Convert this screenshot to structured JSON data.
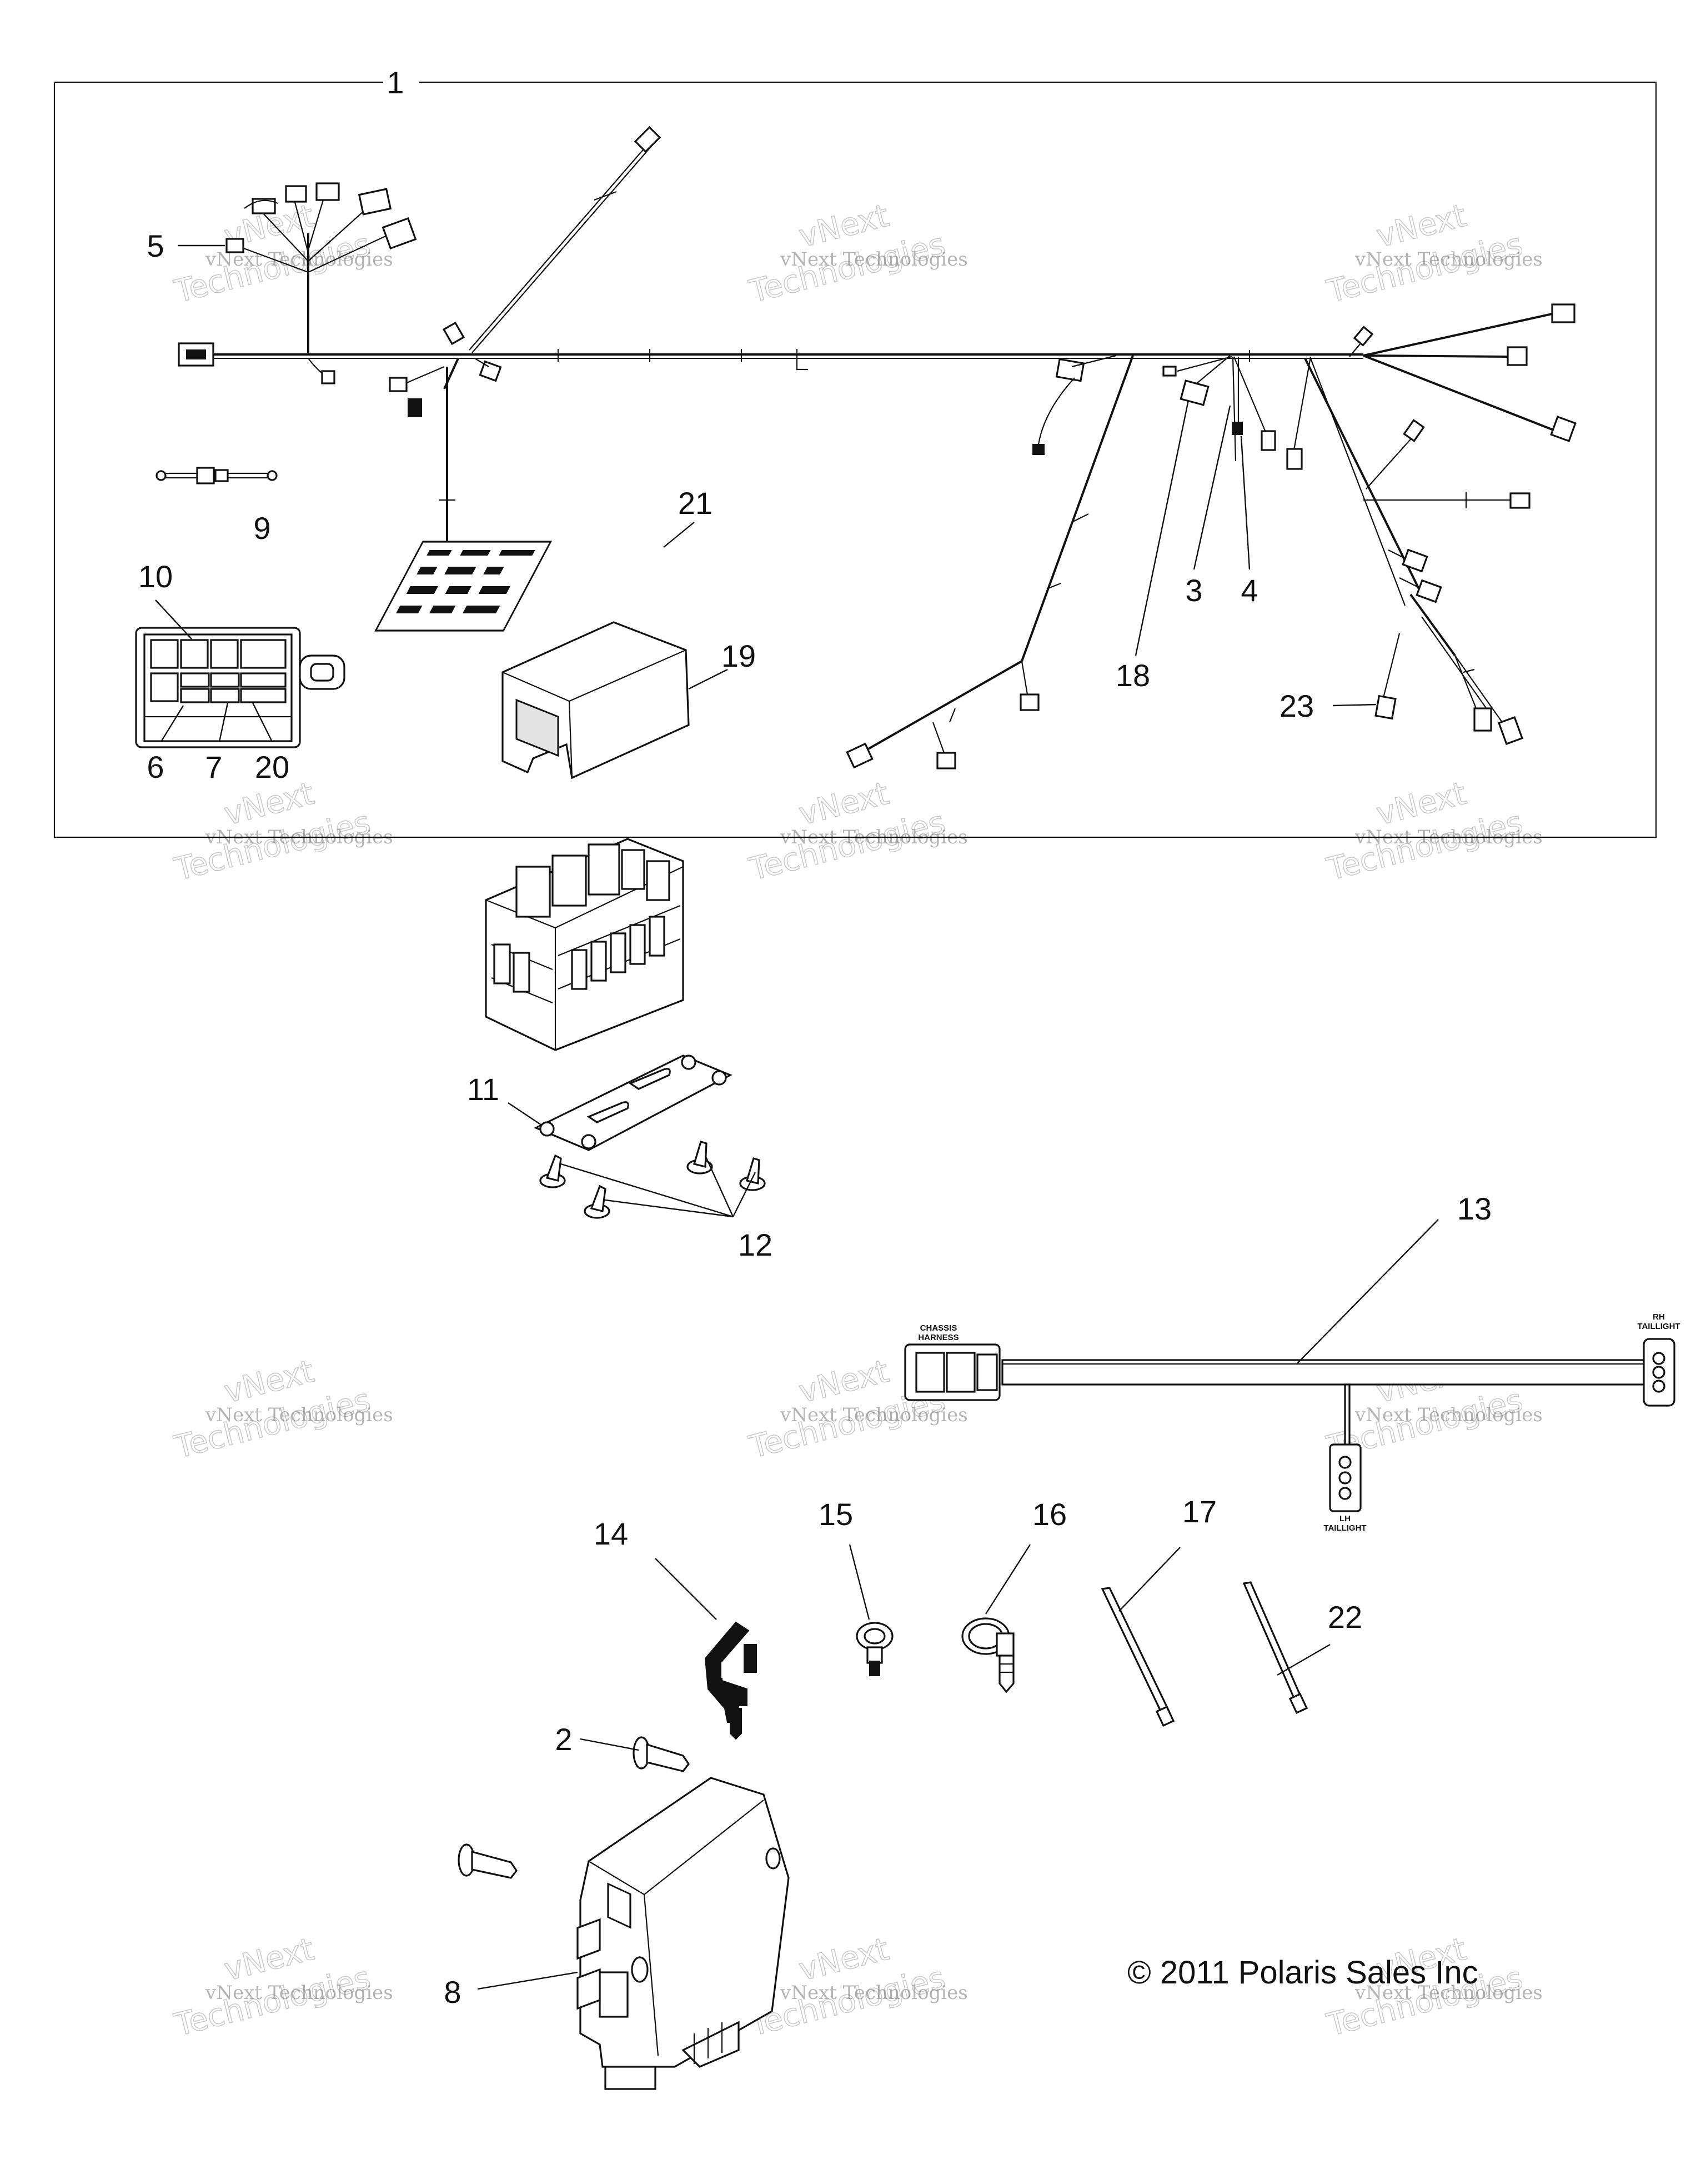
{
  "callouts": [
    "1",
    "2",
    "3",
    "4",
    "5",
    "6",
    "7",
    "8",
    "9",
    "10",
    "11",
    "12",
    "13",
    "14",
    "15",
    "16",
    "17",
    "18",
    "19",
    "20",
    "21",
    "22",
    "23"
  ],
  "harness_labels": {
    "chassis": [
      "CHASSIS",
      "HARNESS"
    ],
    "rh": [
      "RH",
      "TAILLIGHT"
    ],
    "lh": [
      "LH",
      "TAILLIGHT"
    ]
  },
  "copyright": "© 2011 Polaris Sales Inc",
  "watermark": {
    "line1": "vNext Technologies",
    "line2": "Technologies",
    "line3": "vNext"
  },
  "colors": {
    "ink": "#111111",
    "watermark": "#b9b9b9",
    "background": "#ffffff"
  }
}
